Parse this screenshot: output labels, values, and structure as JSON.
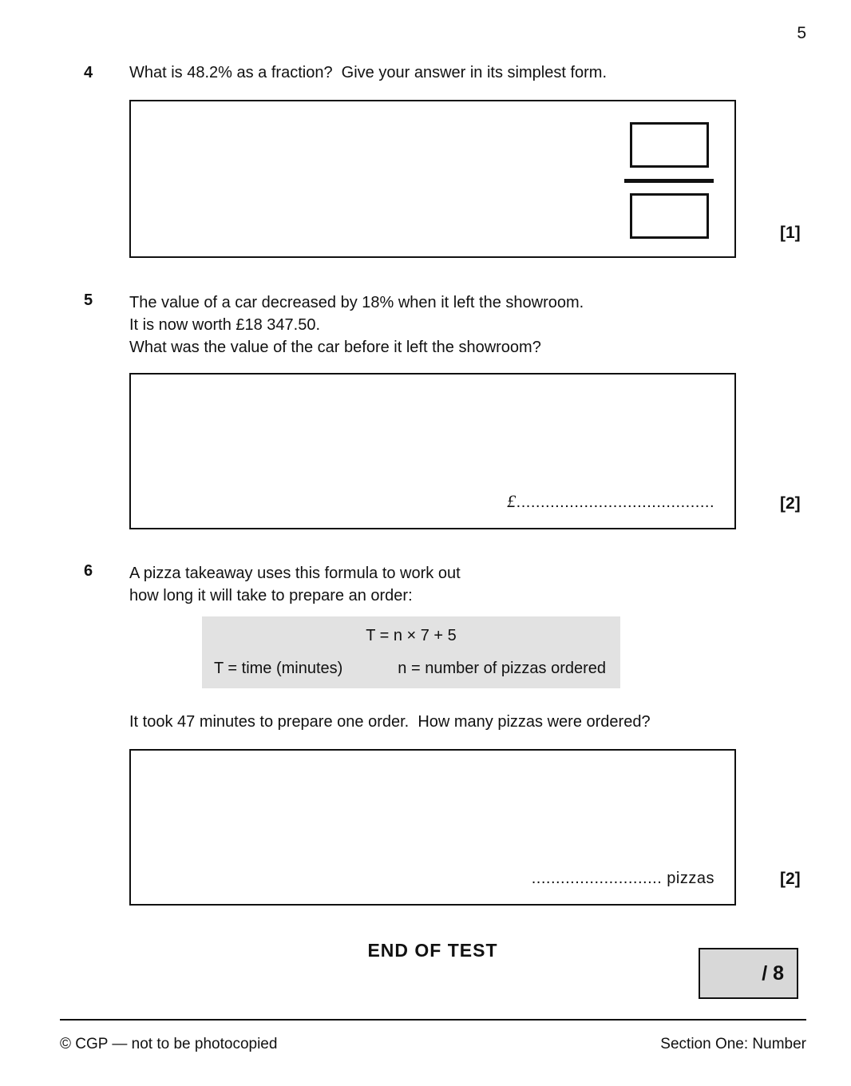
{
  "page": {
    "number": "5"
  },
  "questions": {
    "q4": {
      "number": "4",
      "text": "What is 48.2% as a fraction?  Give your answer in its simplest form.",
      "marks": "[1]"
    },
    "q5": {
      "number": "5",
      "line1": "The value of a car decreased by 18% when it left the showroom.",
      "line2": "It is now worth £18 347.50.",
      "line3": "What was the value of the car before it left the showroom?",
      "currency": "£",
      "dots": ".........................................",
      "marks": "[2]"
    },
    "q6": {
      "number": "6",
      "line1": "A pizza takeaway uses this formula to work out",
      "line2": "how long it will take to prepare an order:",
      "formula": "T = n × 7 + 5",
      "legend_t": "T = time (minutes)",
      "legend_n": "n = number of pizzas ordered",
      "question": "It took 47 minutes to prepare one order.  How many pizzas were ordered?",
      "dots": "...........................",
      "unit": " pizzas",
      "marks": "[2]"
    }
  },
  "end_of_test": "END OF TEST",
  "score": "/ 8",
  "footer": {
    "left": "© CGP — not to be photocopied",
    "right": "Section One: Number"
  }
}
